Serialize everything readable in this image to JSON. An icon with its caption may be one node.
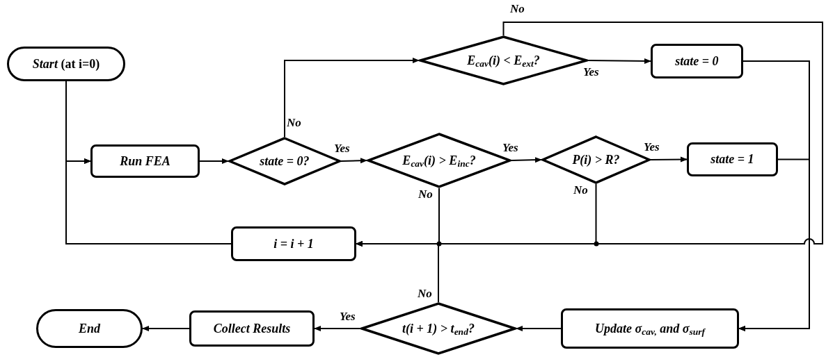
{
  "diagram": {
    "nodes": [
      {
        "text": [
          "*Start* (at i=0)"
        ]
      },
      {
        "text": [
          "Run FEA"
        ]
      },
      {
        "text": [
          "state = 0?"
        ]
      },
      {
        "text": [
          "E$_{cav}$(i) < E$_{ext}$?"
        ]
      },
      {
        "text": [
          "state = 0"
        ]
      },
      {
        "text": [
          "E$_{cav}$(i) > E$_{inc}$?"
        ]
      },
      {
        "text": [
          "P(i) > R?"
        ]
      },
      {
        "text": [
          "state = 1"
        ]
      },
      {
        "text": [
          "i = i + 1"
        ]
      },
      {
        "text": [
          "t(i + 1) > t$_{end}$?"
        ]
      },
      {
        "text": [
          "Update σ$_{cav,}$ and σ$_{surf}$"
        ]
      },
      {
        "text": [
          "Collect Results"
        ]
      },
      {
        "text": [
          "End"
        ]
      }
    ],
    "edges": [
      {
        "from": 0,
        "to": 1,
        "arrow": "to"
      },
      {
        "from": 8,
        "to": 1,
        "arrow": "to"
      },
      {
        "from": 1,
        "to": 2,
        "arrow": "to"
      },
      {
        "from": 2,
        "to": 3,
        "arrow": "to",
        "label": "No"
      },
      {
        "from": 2,
        "to": 5,
        "arrow": "to",
        "label": "Yes"
      },
      {
        "from": 3,
        "to": 4,
        "arrow": "to",
        "label": "Yes"
      },
      {
        "from": 3,
        "to": 8,
        "arrow": "to",
        "label": "No"
      },
      {
        "from": 4,
        "to": 10,
        "arrow": "to"
      },
      {
        "from": 7,
        "to": 10,
        "arrow": "to"
      },
      {
        "from": 5,
        "to": 6,
        "arrow": "to",
        "label": "Yes"
      },
      {
        "from": 5,
        "to": 8,
        "arrow": "to",
        "label": "No"
      },
      {
        "from": 6,
        "to": 7,
        "arrow": "to",
        "label": "Yes"
      },
      {
        "from": 6,
        "to": 8,
        "arrow": "to",
        "label": "No"
      },
      {
        "from": 9,
        "to": 8,
        "arrow": "to",
        "label": "No"
      },
      {
        "from": 10,
        "to": 9,
        "arrow": "to"
      },
      {
        "from": 9,
        "to": 11,
        "arrow": "to",
        "label": "Yes"
      },
      {
        "from": 11,
        "to": 12,
        "arrow": "to"
      }
    ]
  }
}
